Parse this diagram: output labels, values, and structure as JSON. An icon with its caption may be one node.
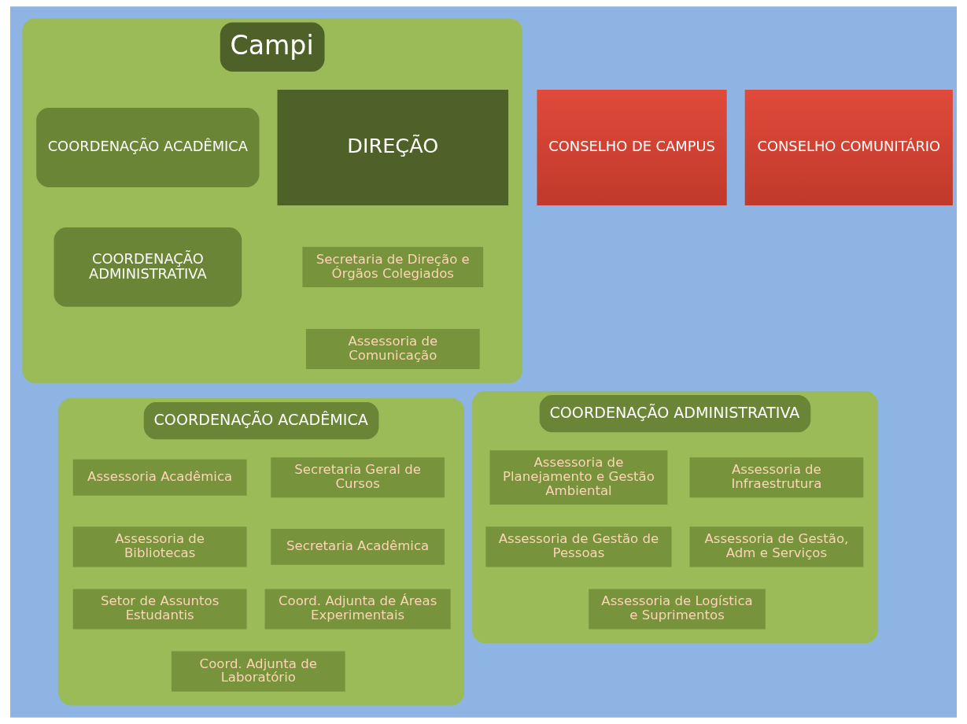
{
  "diagram": {
    "nodes": [
      {
        "text": [
          "Campi"
        ]
      },
      {
        "text": [
          "DIREÇÃO"
        ],
        "in": 0
      },
      {
        "text": [
          "Secretaria de Direção e Órgãos Colegiados"
        ],
        "in": 0
      },
      {
        "text": [
          "Assessoria de Comunicação"
        ],
        "in": 0
      },
      {
        "text": [
          "COORDENAÇÃO ACADÊMICA"
        ],
        "in": 0
      },
      {
        "text": [
          "COORDENAÇÃO ADMINISTRATIVA"
        ],
        "in": 0
      },
      {
        "text": [
          "CONSELHO DE CAMPUS"
        ]
      },
      {
        "text": [
          "CONSELHO COMUNITÁRIO"
        ]
      },
      {
        "text": [
          "COORDENAÇÃO ACADÊMICA"
        ]
      },
      {
        "text": [
          "Secretaria Geral de Cursos"
        ],
        "in": 8
      },
      {
        "text": [
          "Assessoria Acadêmica"
        ],
        "in": 8
      },
      {
        "text": [
          "Secretaria Acadêmica"
        ],
        "in": 8
      },
      {
        "text": [
          "Assessoria de Bibliotecas"
        ],
        "in": 8
      },
      {
        "text": [
          "Coord. Adjunta de Áreas Experimentais"
        ],
        "in": 8
      },
      {
        "text": [
          "Setor de Assuntos Estudantis"
        ],
        "in": 8
      },
      {
        "text": [
          "Coord. Adjunta de Laboratório"
        ],
        "in": 8
      },
      {
        "text": [
          "COORDENAÇÃO ADMINISTRATIVA"
        ]
      },
      {
        "text": [
          "Assessoria de Infraestrutura"
        ],
        "in": 16
      },
      {
        "text": [
          "Assessoria de Planejamento e Gestão Ambiental"
        ],
        "in": 16
      },
      {
        "text": [
          "Assessoria de Gestão, Adm e Serviços"
        ],
        "in": 16
      },
      {
        "text": [
          "Assessoria de Gestão de Pessoas"
        ],
        "in": 16
      },
      {
        "text": [
          "Assessoria de Logística e Suprimentos"
        ],
        "in": 16
      }
    ]
  }
}
